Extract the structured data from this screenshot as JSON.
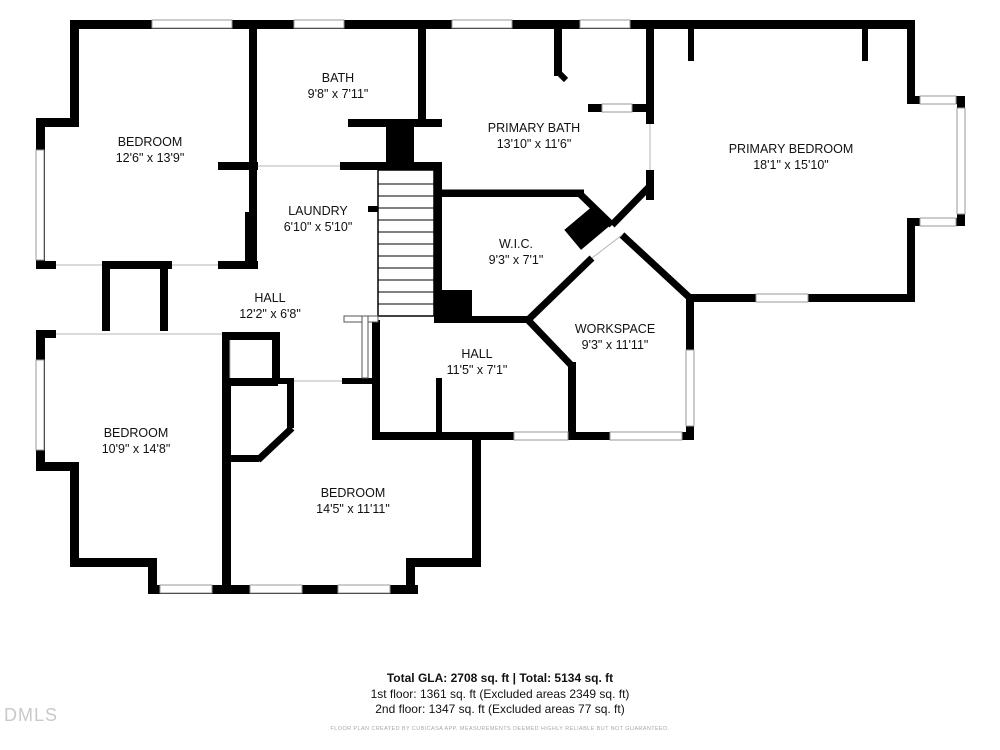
{
  "rooms": {
    "bedroom_top_left": {
      "name": "BEDROOM",
      "dim": "12'6\" x 13'9\""
    },
    "bath": {
      "name": "BATH",
      "dim": "9'8\" x 7'11\""
    },
    "primary_bath": {
      "name": "PRIMARY BATH",
      "dim": "13'10\" x 11'6\""
    },
    "primary_bedroom": {
      "name": "PRIMARY BEDROOM",
      "dim": "18'1\" x 15'10\""
    },
    "laundry": {
      "name": "LAUNDRY",
      "dim": "6'10\" x 5'10\""
    },
    "wic": {
      "name": "W.I.C.",
      "dim": "9'3\" x 7'1\""
    },
    "hall_left": {
      "name": "HALL",
      "dim": "12'2\" x 6'8\""
    },
    "workspace": {
      "name": "WORKSPACE",
      "dim": "9'3\" x 11'11\""
    },
    "hall_center": {
      "name": "HALL",
      "dim": "11'5\" x 7'1\""
    },
    "bedroom_left": {
      "name": "BEDROOM",
      "dim": "10'9\" x 14'8\""
    },
    "bedroom_bottom": {
      "name": "BEDROOM",
      "dim": "14'5\" x 11'11\""
    }
  },
  "footer": {
    "total": "Total GLA: 2708 sq. ft | Total: 5134 sq. ft",
    "floor1": "1st floor: 1361 sq. ft (Excluded areas 2349 sq. ft)",
    "floor2": "2nd floor: 1347 sq. ft (Excluded areas 77 sq. ft)",
    "disclaimer": "FLOOR PLAN CREATED BY CUBICASA APP. MEASUREMENTS DEEMED HIGHLY RELIABLE BUT NOT GUARANTEED."
  },
  "logo": "DMLS"
}
